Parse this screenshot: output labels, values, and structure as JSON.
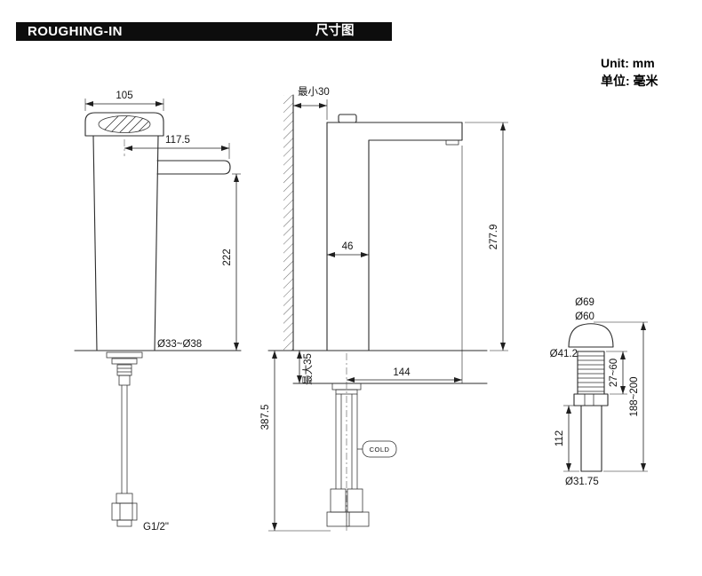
{
  "header": {
    "title": "ROUGHING-IN",
    "title_cn": "尺寸图"
  },
  "units": {
    "en": "Unit: mm",
    "cn": "单位: 毫米"
  },
  "front_view": {
    "top_width": "105",
    "spout_reach": "117.5",
    "spout_height": "222",
    "hole_diameter": "Ø33~Ø38",
    "thread": "G1/2\""
  },
  "side_view": {
    "min_wall_clearance": "最小30",
    "body_depth": "46",
    "total_height": "277.9",
    "max_deck_thickness": "最大35",
    "spout_projection": "144",
    "below_deck_length": "387.5",
    "cold_label": "COLD"
  },
  "drain": {
    "flange_od": "Ø69",
    "flange_id": "Ø60",
    "body_dia": "Ø41.2",
    "thread_range": "27~60",
    "overall_length": "188~200",
    "tailpiece_length": "112",
    "tailpiece_dia": "Ø31.75"
  }
}
